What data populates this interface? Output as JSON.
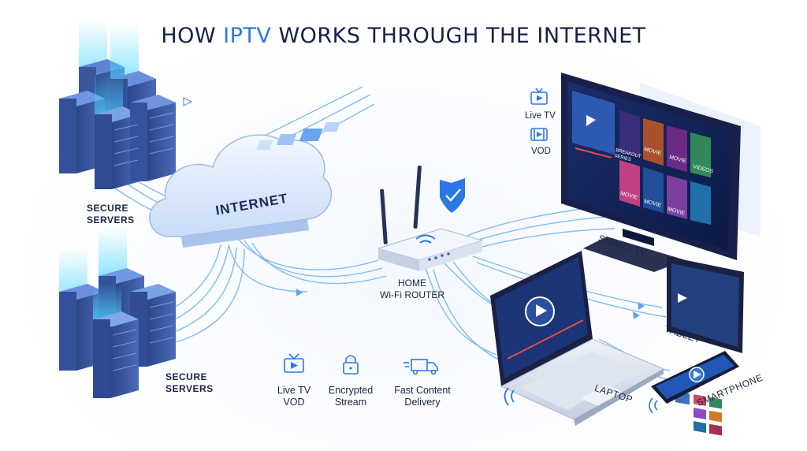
{
  "title": {
    "prefix": "HOW ",
    "accent": "IPTV",
    "suffix": " WORKS THROUGH THE INTERNET"
  },
  "servers_top": {
    "line1": "SECURE",
    "line2": "SERVERS"
  },
  "servers_bottom": {
    "line1": "SECURE",
    "line2": "SERVERS"
  },
  "cloud": {
    "label": "INTERNET"
  },
  "router": {
    "line1": "HOME",
    "line2": "Wi-Fi ROUTER"
  },
  "devices": {
    "smart_tv": "SMART TV",
    "tablet": "TABLET",
    "laptop": "LAPTOP",
    "smartphone": "SMARTPHONE"
  },
  "tv_legend": {
    "live": "Live TV",
    "vod": "VOD"
  },
  "tv_tiles": [
    "BREAKOUT SERIES",
    "MOVIE",
    "MOVIE",
    "MOVIE",
    "MOVIE",
    "MOVIE",
    "VIDEOS"
  ],
  "features": [
    {
      "icon": "tv-play-icon",
      "line1": "Live TV",
      "line2": "VOD"
    },
    {
      "icon": "lock-icon",
      "line1": "Encrypted",
      "line2": "Stream"
    },
    {
      "icon": "delivery-truck-icon",
      "line1": "Fast Content",
      "line2": "Delivery"
    }
  ],
  "colors": {
    "accent": "#2a78e4",
    "navy": "#15224a",
    "glow": "#4fd7ff",
    "server": "#3d5a9c"
  }
}
